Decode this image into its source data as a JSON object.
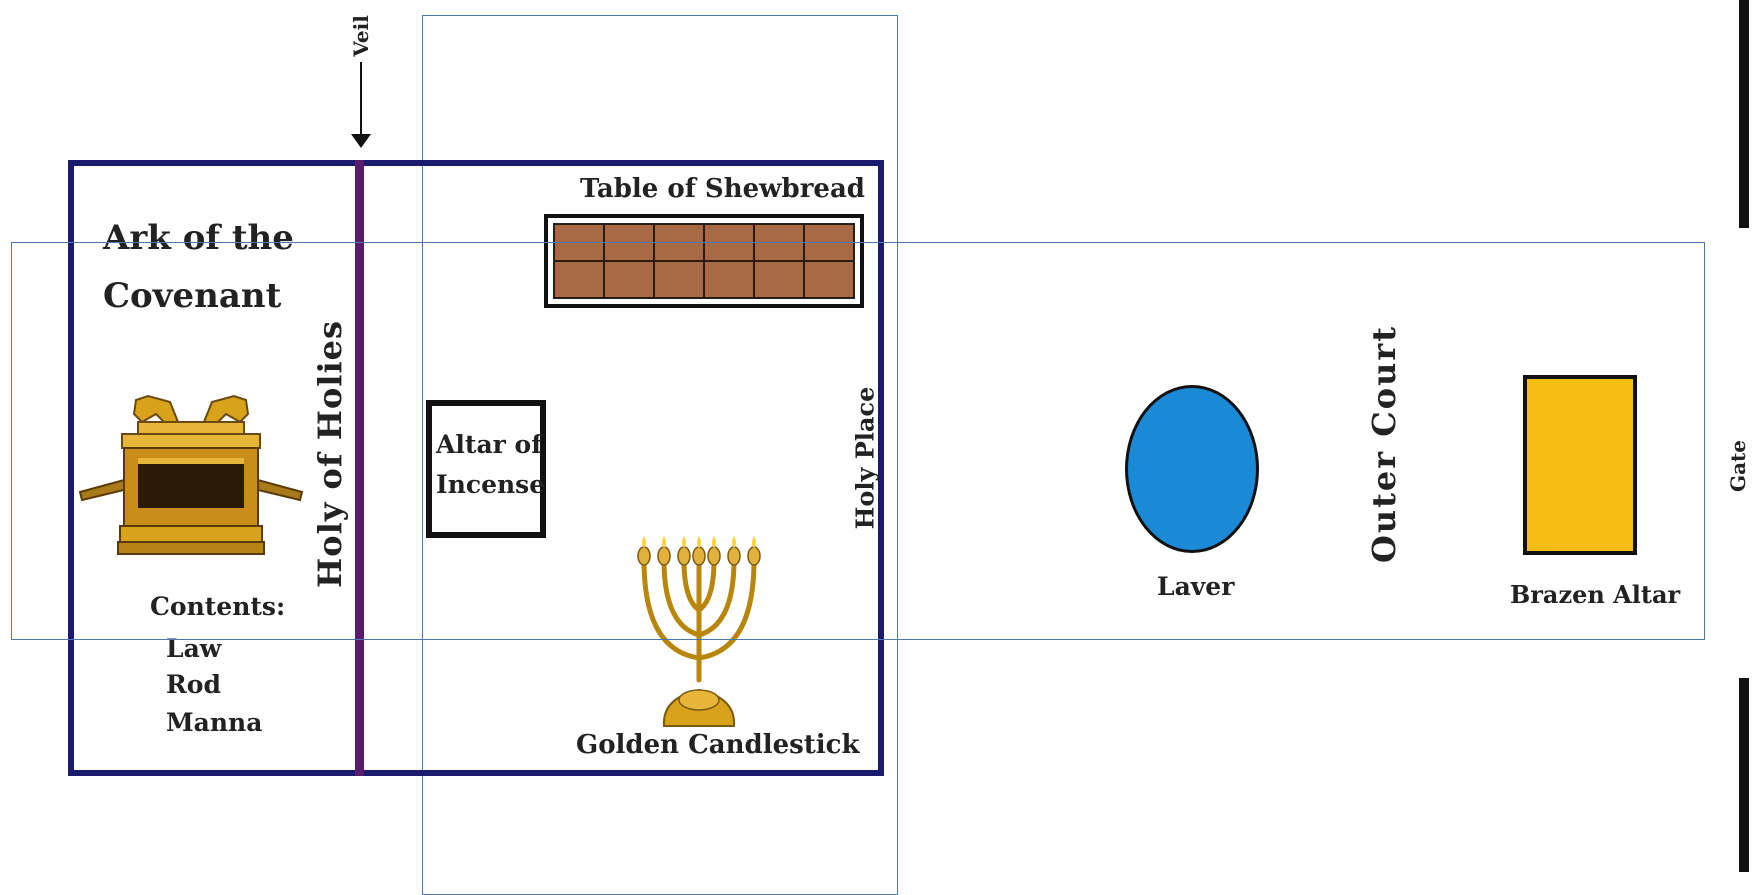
{
  "labels": {
    "veil": "Veil",
    "ark_line1": "Ark of the",
    "ark_line2": "Covenant",
    "holy_of_holies": "Holy of Holies",
    "contents_heading": "Contents:",
    "contents_items": [
      "Law",
      "Rod",
      "Manna"
    ],
    "table_of_shewbread": "Table of Shewbread",
    "altar_of_incense_line1": "Altar of",
    "altar_of_incense_line2": "Incense",
    "holy_place": "Holy Place",
    "golden_candlestick": "Golden Candlestick",
    "laver": "Laver",
    "outer_court": "Outer Court",
    "brazen_altar": "Brazen Altar",
    "gate": "Gate"
  },
  "colors": {
    "tabernacle_border": "#1a1a6e",
    "veil": "#5a1a6e",
    "shewbread": "#a86a44",
    "laver": "#1a8ad6",
    "brazen_altar": "#f6bd12",
    "gold": "#d9a21b",
    "selection_outline": "#4a78b5"
  },
  "icons": [
    "ark-of-covenant-icon",
    "menorah-icon",
    "arrow-down-icon"
  ]
}
